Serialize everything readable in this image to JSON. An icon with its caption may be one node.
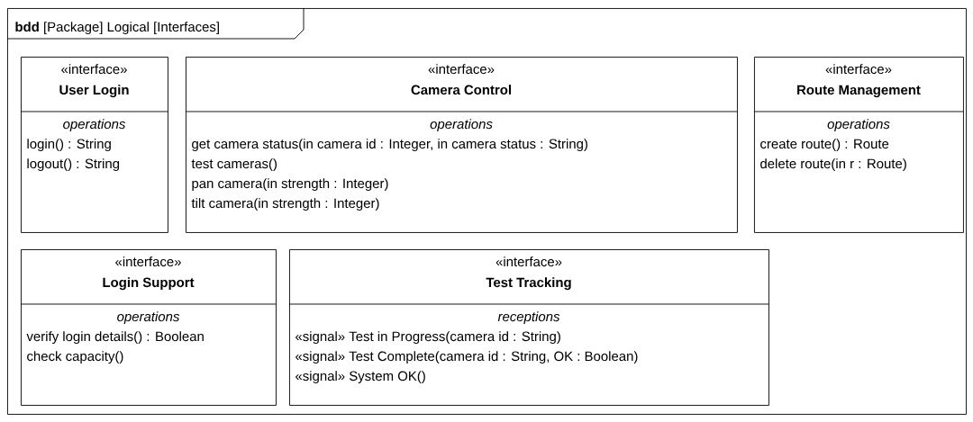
{
  "diagram": {
    "nodes": [
      {
        "text": [
          "**bdd** [Package] Logical [Interfaces]"
        ]
      },
      {
        "text": [
          "«interface»",
          "User Login",
          "operations",
          "login() : String",
          "logout() : String"
        ],
        "in": 0
      },
      {
        "text": [
          "«interface»",
          "Camera Control",
          "operations",
          "get camera status(in camera id : Integer, in camera status : String)",
          "test cameras()",
          "pan camera(in strength : Integer)",
          "tilt camera(in strength : Integer)"
        ],
        "in": 0
      },
      {
        "text": [
          "«interface»",
          "Route Management",
          "operations",
          "create route() : Route",
          "delete route(in r : Route)"
        ],
        "in": 0
      },
      {
        "text": [
          "«interface»",
          "Login Support",
          "operations",
          "verify login details() : Boolean",
          "check capacity()"
        ],
        "in": 0
      },
      {
        "text": [
          "«interface»",
          "Test Tracking",
          "receptions",
          "«signal» Test in Progress(camera id : String)",
          "«signal» Test Complete(camera id : String, OK : Boolean)",
          "«signal» System OK()"
        ],
        "in": 0
      }
    ]
  }
}
